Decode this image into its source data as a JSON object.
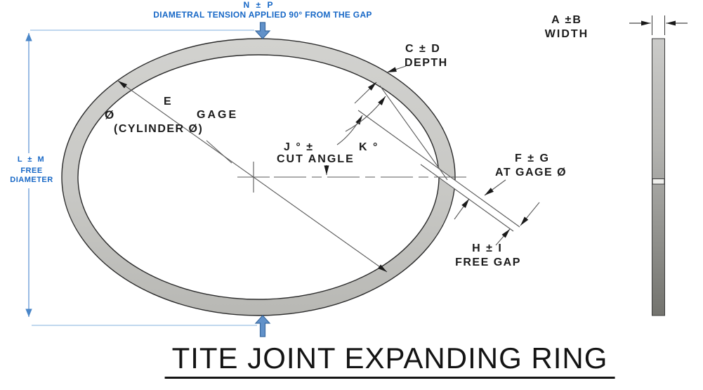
{
  "title": "TITE JOINT EXPANDING RING",
  "annotations": {
    "tension": {
      "line1": "N ± P",
      "line2": "DIAMETRAL TENSION APPLIED 90° FROM THE GAP"
    },
    "width": {
      "line1": "A ±B",
      "line2": "WIDTH"
    },
    "depth": {
      "line1": "C ± D",
      "line2": "DEPTH"
    },
    "gage": {
      "e": "E",
      "dia_symbol": "Ø",
      "line1": "GAGE",
      "line2": "(CYLINDER Ø)"
    },
    "cut_angle": {
      "j": "J ° ±",
      "k": "K °",
      "label": "CUT ANGLE"
    },
    "gap_at_gage": {
      "line1": "F ± G",
      "line2": "AT GAGE Ø"
    },
    "free_gap": {
      "line1": "H ± I",
      "line2": "FREE GAP"
    },
    "free_diameter": {
      "line1": "L  ±  M",
      "line2": "FREE",
      "line3": "DIAMETER"
    }
  },
  "colors": {
    "accent_blue_text": "#1667c6",
    "blue_dim_line": "#9bbfe4",
    "blue_block_arrow": "#6191c9",
    "ring_gray": "#c8c8c5",
    "dim_line_gray": "#5a5a5a",
    "title_black": "#141414"
  }
}
